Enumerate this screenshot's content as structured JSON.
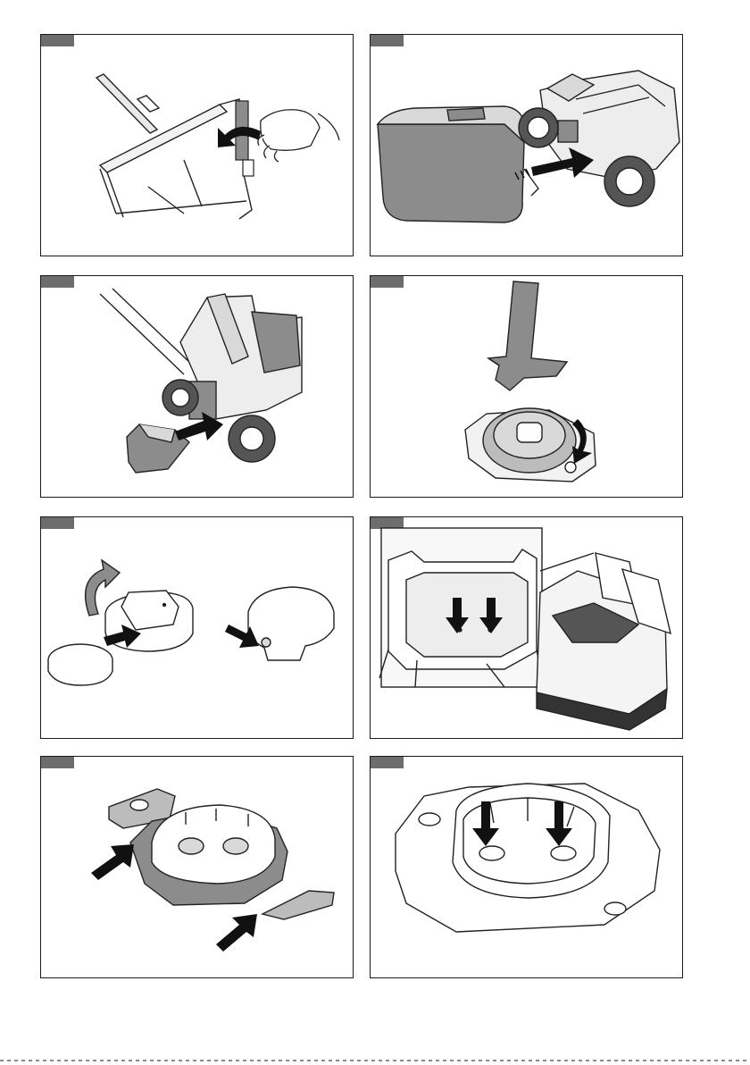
{
  "colors": {
    "border": "#1a1a1a",
    "tag": "#6d6d6d",
    "stroke": "#222222",
    "shade": "#8c8c8c",
    "light": "#d9d9d9",
    "arrow": "#111111"
  },
  "panels": [
    {
      "name": "panel-1",
      "icon": "handle-fold-icon"
    },
    {
      "name": "panel-2",
      "icon": "grass-box-attach-icon"
    },
    {
      "name": "panel-3",
      "icon": "mulch-plug-insert-icon"
    },
    {
      "name": "panel-4",
      "icon": "key-turn-cover-icon"
    },
    {
      "name": "panel-5",
      "icon": "coin-battery-replace-icon"
    },
    {
      "name": "panel-6",
      "icon": "battery-compartment-icon"
    },
    {
      "name": "panel-7",
      "icon": "socket-insert-icon"
    },
    {
      "name": "panel-8",
      "icon": "socket-holes-icon"
    }
  ]
}
